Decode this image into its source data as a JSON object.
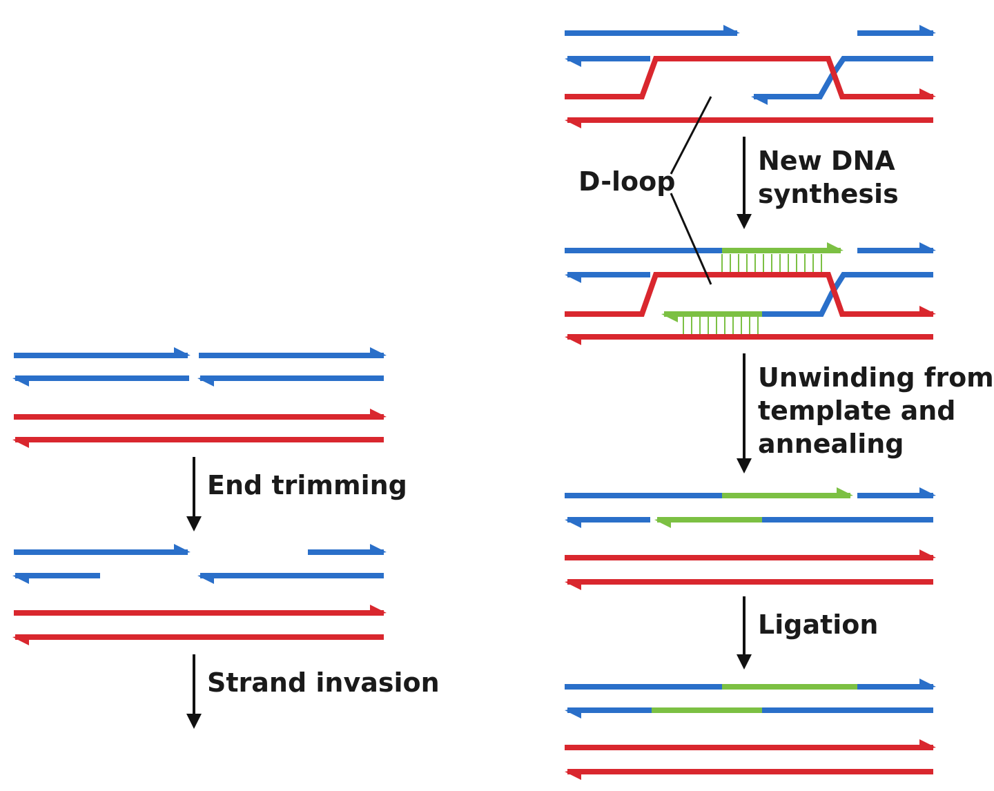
{
  "colors": {
    "blue": "#2a6fc9",
    "red": "#d9272e",
    "green": "#7cc043",
    "ink": "#111111"
  },
  "labels": {
    "end_trimming": "End trimming",
    "strand_invasion": "Strand invasion",
    "d_loop": "D-loop",
    "new_dna_1": "New DNA",
    "new_dna_2": "synthesis",
    "unwinding_1": "Unwinding from",
    "unwinding_2": "template and",
    "unwinding_3": "annealing",
    "ligation": "Ligation"
  },
  "icons": {
    "step_arrow": "down-arrow-icon",
    "strand_end": "half-arrowhead-icon"
  }
}
